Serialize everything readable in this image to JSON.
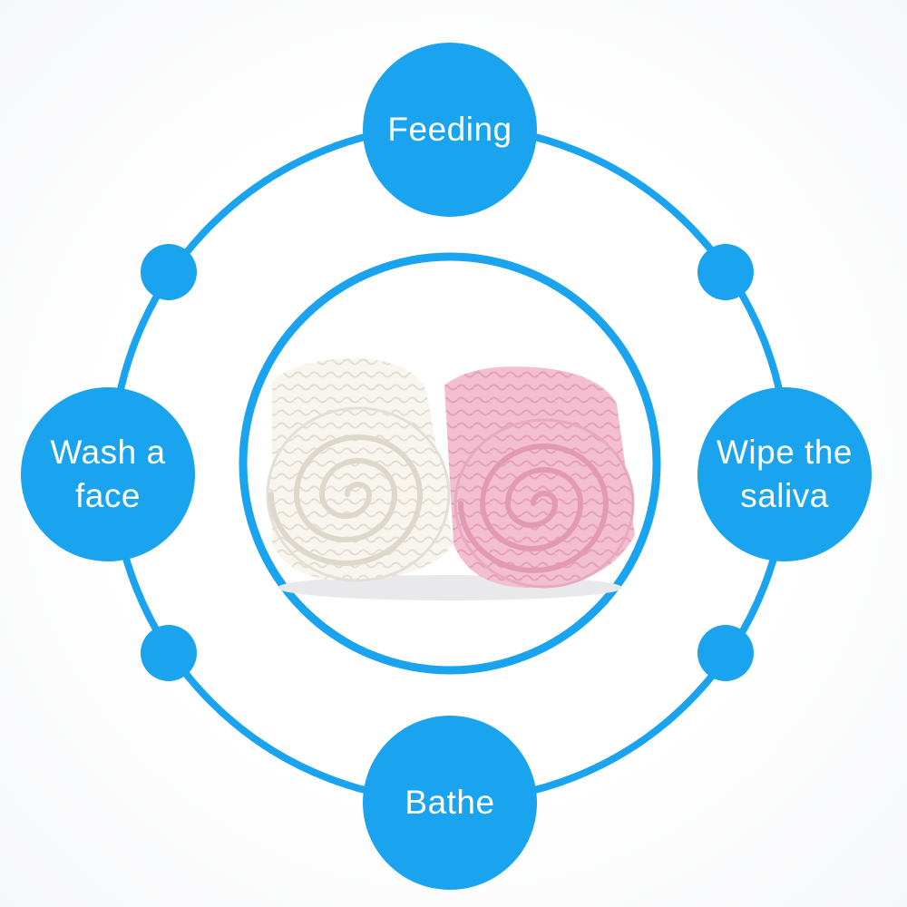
{
  "colors": {
    "accent": "#1aa3ef",
    "background": "#ffffff",
    "label_text": "#ffffff",
    "towel_white": "#f8f5ef",
    "towel_pink": "#f3bfd0"
  },
  "nodes": {
    "feeding": {
      "line1": "Feeding"
    },
    "wash": {
      "line1": "Wash a",
      "line2": "face"
    },
    "wipe": {
      "line1": "Wipe the",
      "line2": "saliva"
    },
    "bathe": {
      "line1": "Bathe"
    }
  },
  "center": {
    "image": "rolled-muslin-towels-white-and-pink"
  }
}
